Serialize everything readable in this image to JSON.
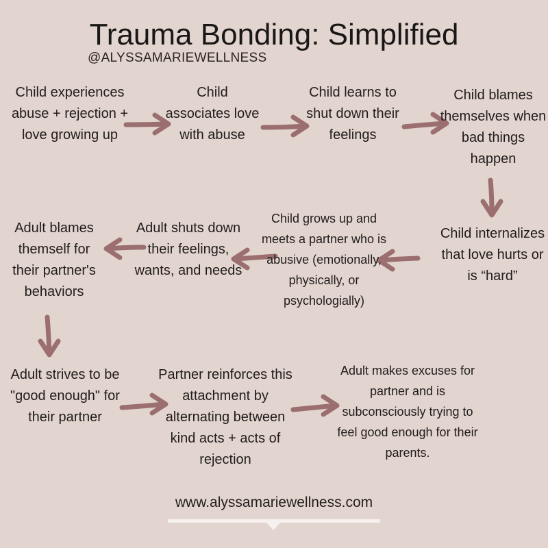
{
  "title": "Trauma Bonding: Simplified",
  "handle": "@ALYSSAMARIEWELLNESS",
  "footer_url": "www.alyssamariewellness.com",
  "colors": {
    "background": "#e2d4ce",
    "arrow": "#9b6e70",
    "text": "#1f1b1b"
  },
  "nodes": {
    "n1": "Child experiences abuse + rejection + love growing up",
    "n2": "Child associates love with abuse",
    "n3": "Child learns to shut down their feelings",
    "n4": "Child blames themselves when bad things happen",
    "n5": "Child internalizes that love hurts or is “hard”",
    "n6": "Child grows up and meets a partner who is abusive (emotionally, physically, or psychologially)",
    "n7": "Adult shuts down their feelings, wants, and needs",
    "n8": "Adult blames themself for their partner's behaviors",
    "n9": "Adult strives to be \"good enough\" for their partner",
    "n10": "Partner reinforces this attachment by alternating between kind acts + acts of rejection",
    "n11": "Adult makes excuses for partner and is subconsciously trying to feel good enough for their parents."
  }
}
